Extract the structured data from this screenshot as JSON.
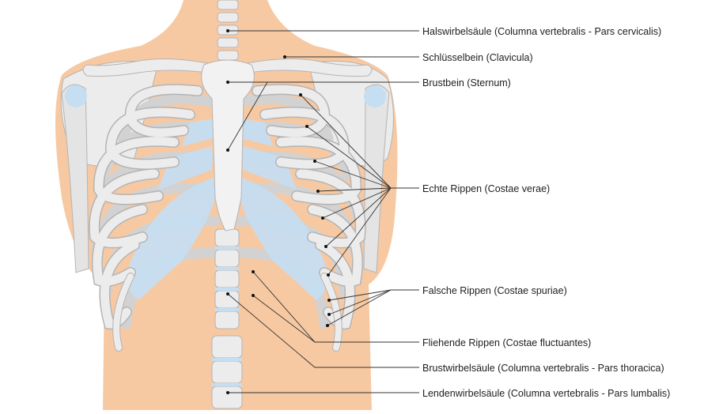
{
  "labels": {
    "cervical_spine": "Halswirbelsäule (Columna vertebralis - Pars cervicalis)",
    "clavicle": "Schlüsselbein (Clavicula)",
    "sternum": "Brustbein (Sternum)",
    "true_ribs": "Echte Rippen (Costae verae)",
    "false_ribs": "Falsche Rippen (Costae spuriae)",
    "floating_ribs": "Fliehende Rippen (Costae fluctuantes)",
    "thoracic_spine": "Brustwirbelsäule (Columna vertebralis - Pars thoracica)",
    "lumbar_spine": "Lendenwirbelsäule (Columna vertebralis - Pars lumbalis)"
  },
  "colors": {
    "skin": "#f7c9a2",
    "bone": "#ececec",
    "bone_outline": "#b4b4b4",
    "back_rib": "#d2d2d2",
    "cartilage": "#c6def2",
    "leader_line": "#333333"
  }
}
